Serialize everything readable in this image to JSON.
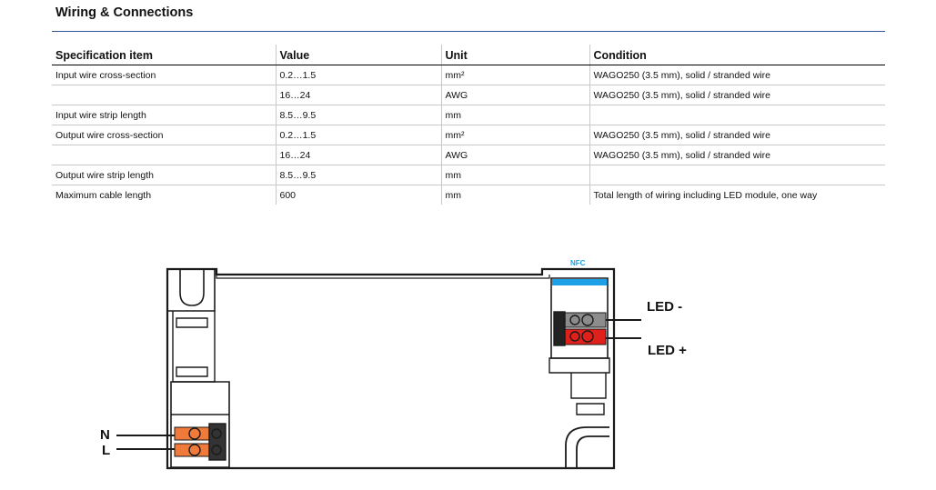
{
  "section": {
    "title": "Wiring & Connections"
  },
  "table": {
    "headers": [
      "Specification item",
      "Value",
      "Unit",
      "Condition"
    ],
    "rows": [
      [
        "Input wire cross-section",
        "0.2…1.5",
        "mm²",
        "WAGO250 (3.5 mm), solid / stranded wire"
      ],
      [
        "",
        "16…24",
        "AWG",
        "WAGO250 (3.5 mm), solid / stranded wire"
      ],
      [
        "Input wire strip length",
        "8.5…9.5",
        "mm",
        ""
      ],
      [
        "Output wire cross-section",
        "0.2…1.5",
        "mm²",
        "WAGO250 (3.5 mm), solid / stranded wire"
      ],
      [
        "",
        "16…24",
        "AWG",
        "WAGO250 (3.5 mm), solid / stranded wire"
      ],
      [
        "Output wire strip length",
        "8.5…9.5",
        "mm",
        ""
      ],
      [
        "Maximum cable length",
        "600",
        "mm",
        "Total length of wiring including LED module, one way"
      ]
    ]
  },
  "diagram": {
    "nfc_label": "NFC",
    "output_minus_label": "LED -",
    "output_plus_label": "LED +",
    "input_n_label": "N",
    "input_l_label": "L",
    "colors": {
      "nfc_bar": "#1ea0e6",
      "led_minus_terminal": "#8c8c8c",
      "led_plus_terminal": "#e0201b",
      "input_terminal": "#f07a3a",
      "outline": "#1a1a1a"
    }
  }
}
